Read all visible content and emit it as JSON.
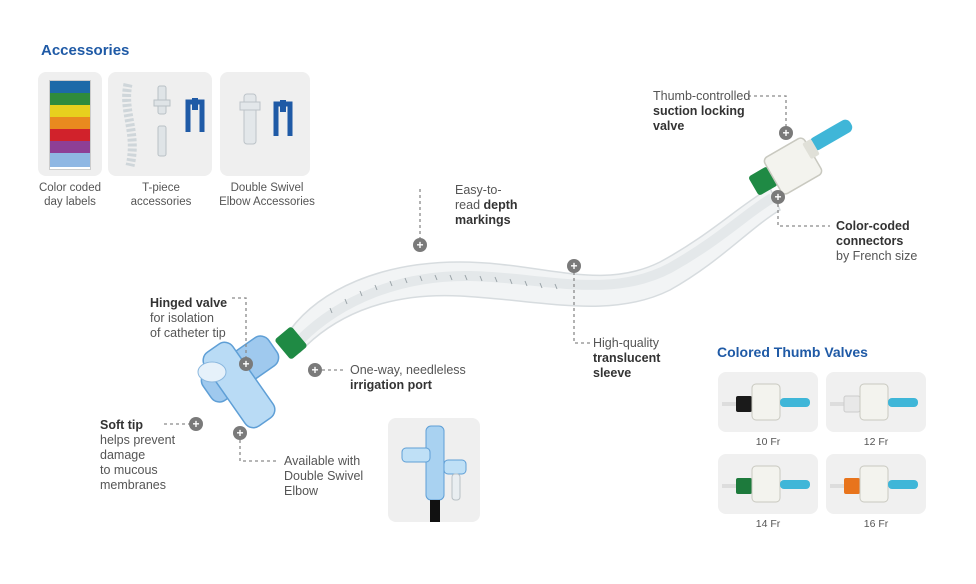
{
  "accessories": {
    "heading": "Accessories",
    "items": [
      {
        "caption_line1": "Color coded",
        "caption_line2": "day labels"
      },
      {
        "caption_line1": "T-piece",
        "caption_line2": "accessories"
      },
      {
        "caption_line1": "Double Swivel",
        "caption_line2": "Elbow Accessories"
      }
    ]
  },
  "callouts": {
    "thumb_valve": {
      "line1": "Thumb-controlled",
      "line2": "suction locking",
      "line3": "valve"
    },
    "depth": {
      "line1": "Easy-to-",
      "line2_pre": "read ",
      "line2_bold": "depth",
      "line3": "markings"
    },
    "connectors": {
      "line1": "Color-coded",
      "line2": "connectors",
      "line3": "by French size"
    },
    "hinged": {
      "line1": "Hinged valve",
      "line2": "for isolation",
      "line3": "of catheter tip"
    },
    "irrigation": {
      "line1": "One-way, needleless",
      "line2": "irrigation port"
    },
    "sleeve": {
      "line1": "High-quality",
      "line2": "translucent",
      "line3": "sleeve"
    },
    "soft_tip": {
      "line1": "Soft tip",
      "line2": "helps prevent",
      "line3": "damage",
      "line4": "to mucous",
      "line5": "membranes"
    },
    "elbow": {
      "line1": "Available with",
      "line2": "Double Swivel",
      "line3": "Elbow"
    }
  },
  "thumb_valves": {
    "heading": "Colored Thumb Valves",
    "items": [
      {
        "label": "10 Fr",
        "color": "#1a1a1a"
      },
      {
        "label": "12 Fr",
        "color": "#e8e8e8"
      },
      {
        "label": "14 Fr",
        "color": "#1d7a3c"
      },
      {
        "label": "16 Fr",
        "color": "#e8741c"
      }
    ]
  },
  "colors": {
    "accent": "#1f5aa6",
    "valve_blue": "#3fb6d8",
    "green": "#1f8a44"
  }
}
